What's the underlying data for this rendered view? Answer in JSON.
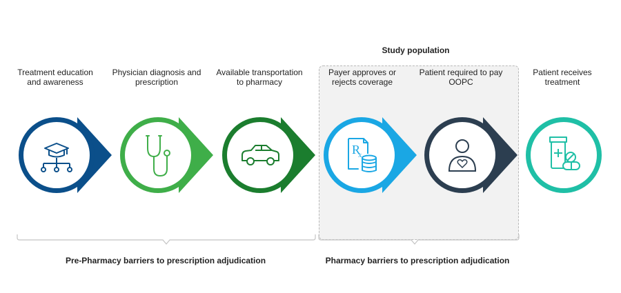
{
  "study_population": {
    "title": "Study population"
  },
  "steps": [
    {
      "label": "Treatment education and awareness",
      "icon": "graduation-cap-network-icon",
      "color": "#0b4f8a"
    },
    {
      "label": "Physician diagnosis and prescription",
      "icon": "stethoscope-icon",
      "color": "#3fae49"
    },
    {
      "label": "Available transportation to pharmacy",
      "icon": "car-icon",
      "color": "#1b7d2e"
    },
    {
      "label": "Payer approves or rejects coverage",
      "icon": "rx-coins-icon",
      "color": "#1aa7e4"
    },
    {
      "label": "Patient required to pay OOPC",
      "icon": "person-heart-icon",
      "color": "#2c3e50"
    },
    {
      "label": "Patient receives treatment",
      "icon": "pill-bottle-icon",
      "color": "#1fbfa6"
    }
  ],
  "groups": {
    "pre_pharmacy": "Pre-Pharmacy barriers to prescription adjudication",
    "pharmacy": "Pharmacy barriers to prescription adjudication"
  }
}
